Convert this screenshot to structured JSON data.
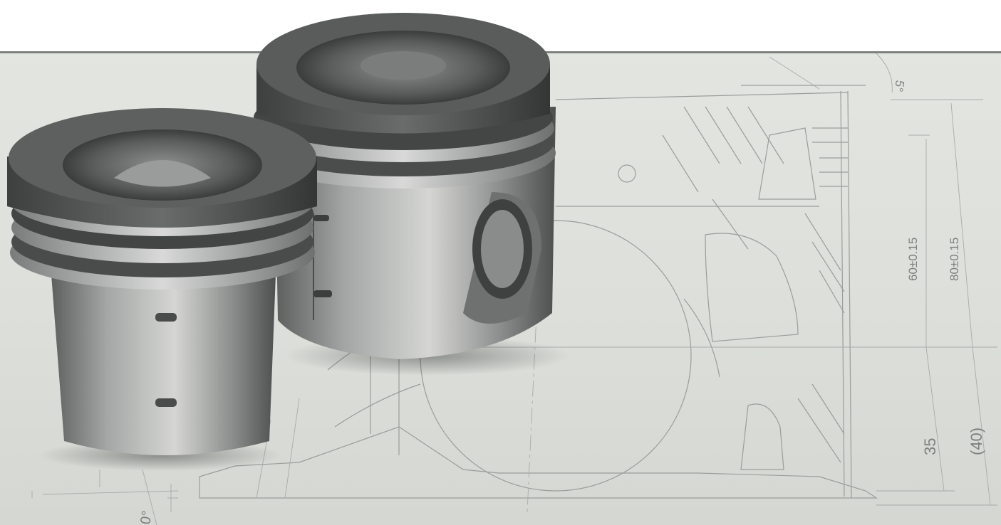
{
  "scene": {
    "subject": "",
    "drawing_dimensions": [
      {
        "text": "60±0.15"
      },
      {
        "text": "80±0.15"
      },
      {
        "text": "35"
      },
      {
        "text": "(40)"
      },
      {
        "text": "5°"
      },
      {
        "text": "0°"
      }
    ]
  }
}
